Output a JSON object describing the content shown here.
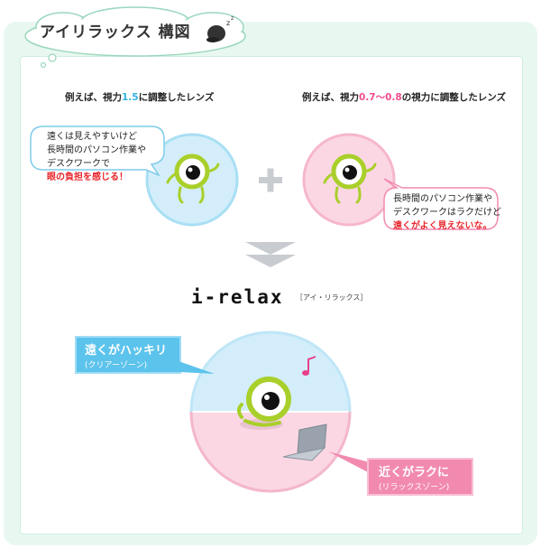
{
  "header": {
    "title": "アイリラックス 構図"
  },
  "left_lens": {
    "caption_pre": "例えば、視力",
    "caption_value": "1.5",
    "caption_post": "に調整したレンズ",
    "bubble_lines": [
      "遠くは見えやすいけど",
      "長時間のパソコン作業や",
      "デスクワークで"
    ],
    "bubble_emphasis": "眼の負担を感じる！"
  },
  "right_lens": {
    "caption_pre": "例えば、視力",
    "caption_value_a": "0.7",
    "caption_sep": "～",
    "caption_value_b": "0.8",
    "caption_post": "の視力に調整したレンズ",
    "bubble_lines": [
      "長時間のパソコン作業や",
      "デスクワークはラクだけど"
    ],
    "bubble_emphasis": "遠くがよく見えないな。"
  },
  "result": {
    "logo": "i-relax",
    "logo_sub": "［アイ・リラックス］",
    "clear_zone_label": "遠くがハッキリ",
    "clear_zone_sub": "(クリアーゾーン)",
    "relax_zone_label": "近くがラクに",
    "relax_zone_sub": "(リラックスゾーン)"
  },
  "colors": {
    "blue_circle": "#d3eefa",
    "blue_ring": "#a9dff4",
    "pink_circle": "#fbd7e4",
    "pink_ring": "#f6b6cc",
    "label_blue": "#5cc3ec",
    "label_pink": "#f28ab0",
    "character_green": "#a9cf2a",
    "emphasis_red": "#e8272d"
  }
}
